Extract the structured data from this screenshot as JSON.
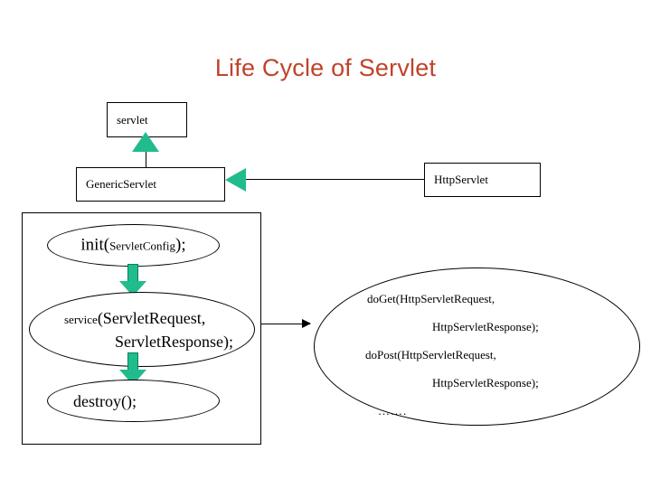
{
  "slide": {
    "title": "Life Cycle of Servlet",
    "title_color": "#C0432B",
    "background": "#ffffff",
    "accent_color": "#21BC8D"
  },
  "hierarchy": {
    "servlet_box": "servlet",
    "generic_servlet_box": "GenericServlet",
    "http_servlet_box": "HttpServlet"
  },
  "lifecycle": {
    "init": {
      "method": "init(",
      "param": "ServletConfig",
      "tail": ");"
    },
    "service": {
      "method": "service",
      "line1": "(ServletRequest,",
      "line2": "ServletResponse);"
    },
    "destroy": {
      "label": "destroy();"
    }
  },
  "http_methods": {
    "line1": "doGet(HttpServletRequest,",
    "line2": "HttpServletResponse);",
    "line3": "doPost(HttpServletRequest,",
    "line4": "HttpServletResponse);",
    "line5": "……."
  }
}
